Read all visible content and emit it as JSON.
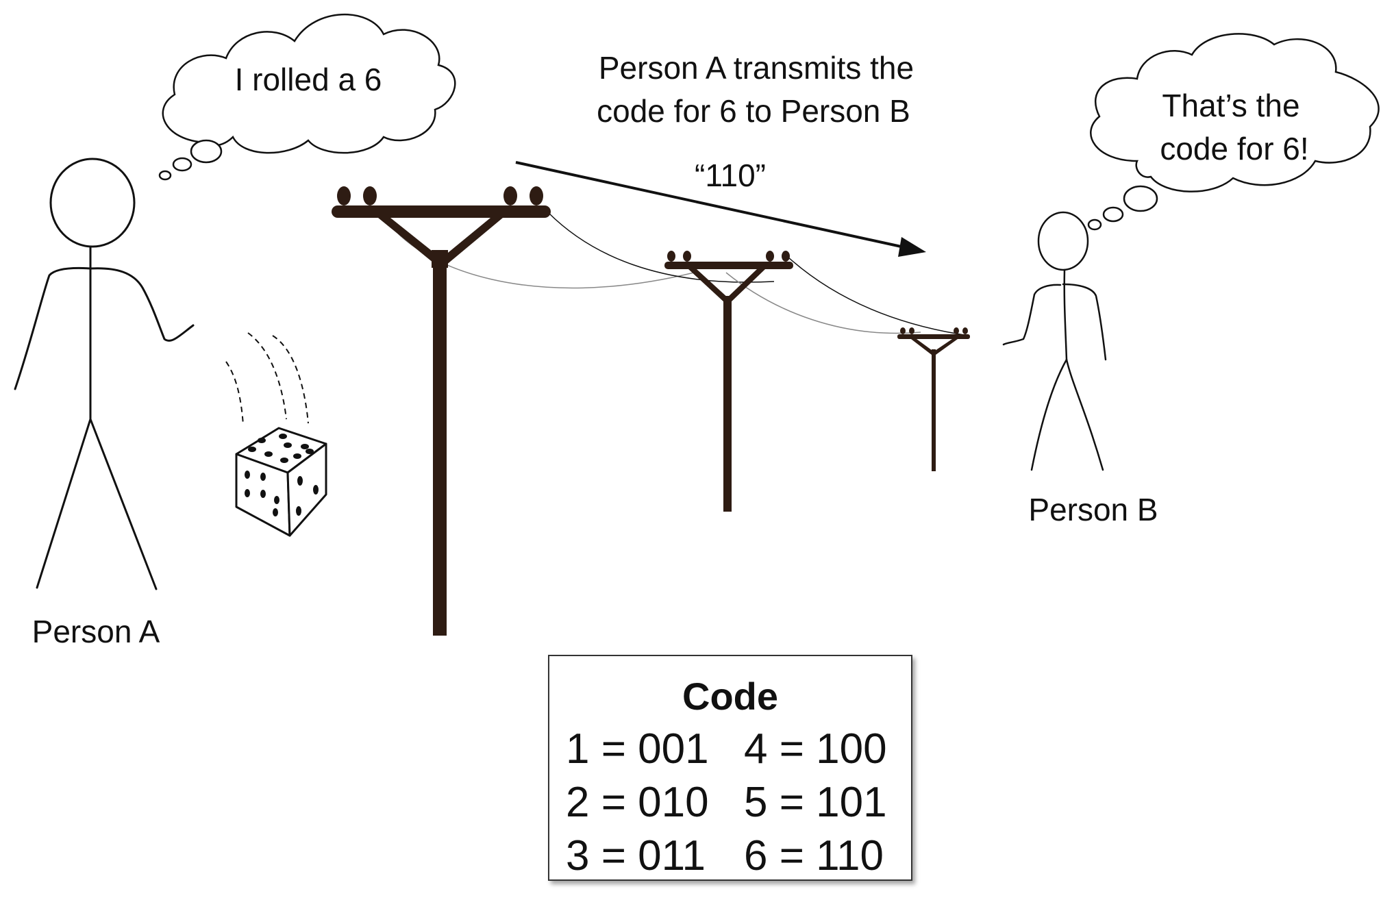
{
  "person_a": {
    "label": "Person A",
    "thought": "I rolled a 6"
  },
  "person_b": {
    "label": "Person B",
    "thought_line1": "That’s the",
    "thought_line2": "code for 6!"
  },
  "transmission": {
    "caption_line1": "Person A transmits the",
    "caption_line2": "code for 6 to Person B",
    "signal": "“110”"
  },
  "code_table": {
    "title": "Code",
    "entries": [
      "1 = 001",
      "4 = 100",
      "2 = 010",
      "5 = 101",
      "3 = 011",
      "6 = 110"
    ]
  },
  "colors": {
    "pole": "#2e1c13",
    "ink": "#111111"
  },
  "icons": [
    "stick-figure",
    "die",
    "utility-pole",
    "thought-cloud",
    "arrow"
  ]
}
